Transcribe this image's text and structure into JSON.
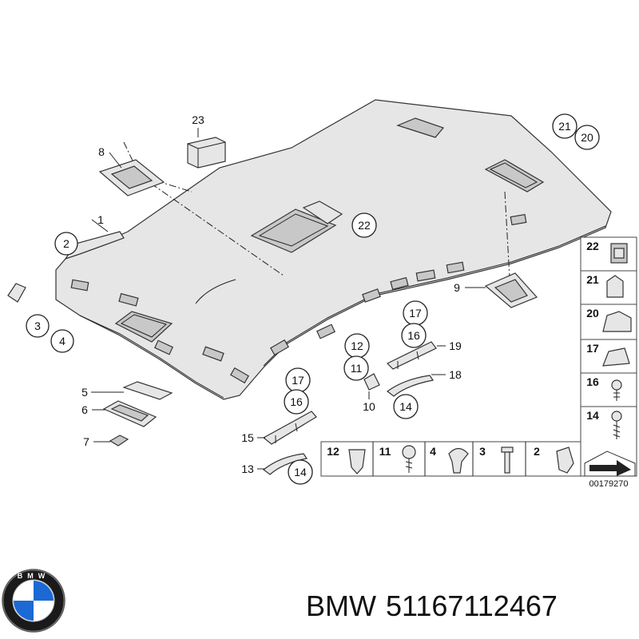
{
  "callouts": {
    "c1": "1",
    "c2": "2",
    "c3": "3",
    "c4": "4",
    "c5": "5",
    "c6": "6",
    "c7": "7",
    "c8": "8",
    "c9": "9",
    "c10": "10",
    "c11": "11",
    "c12": "12",
    "c13": "13",
    "c14a": "14",
    "c14b": "14",
    "c15": "15",
    "c16a": "16",
    "c16b": "16",
    "c17a": "17",
    "c17b": "17",
    "c18": "18",
    "c19": "19",
    "c20": "20",
    "c21": "21",
    "c22": "22",
    "c23": "23"
  },
  "legend_right": [
    "22",
    "21",
    "20",
    "17",
    "16",
    "14"
  ],
  "legend_bottom": [
    "12",
    "11",
    "4",
    "3",
    "2"
  ],
  "diagram_code": "00179270",
  "brand": {
    "logo_letters": "BMW",
    "name": "BMW",
    "part_number": "51167112467"
  },
  "colors": {
    "bmw_blue": "#1c69d4",
    "line": "#222222",
    "part_fill": "#e6e6e6"
  }
}
